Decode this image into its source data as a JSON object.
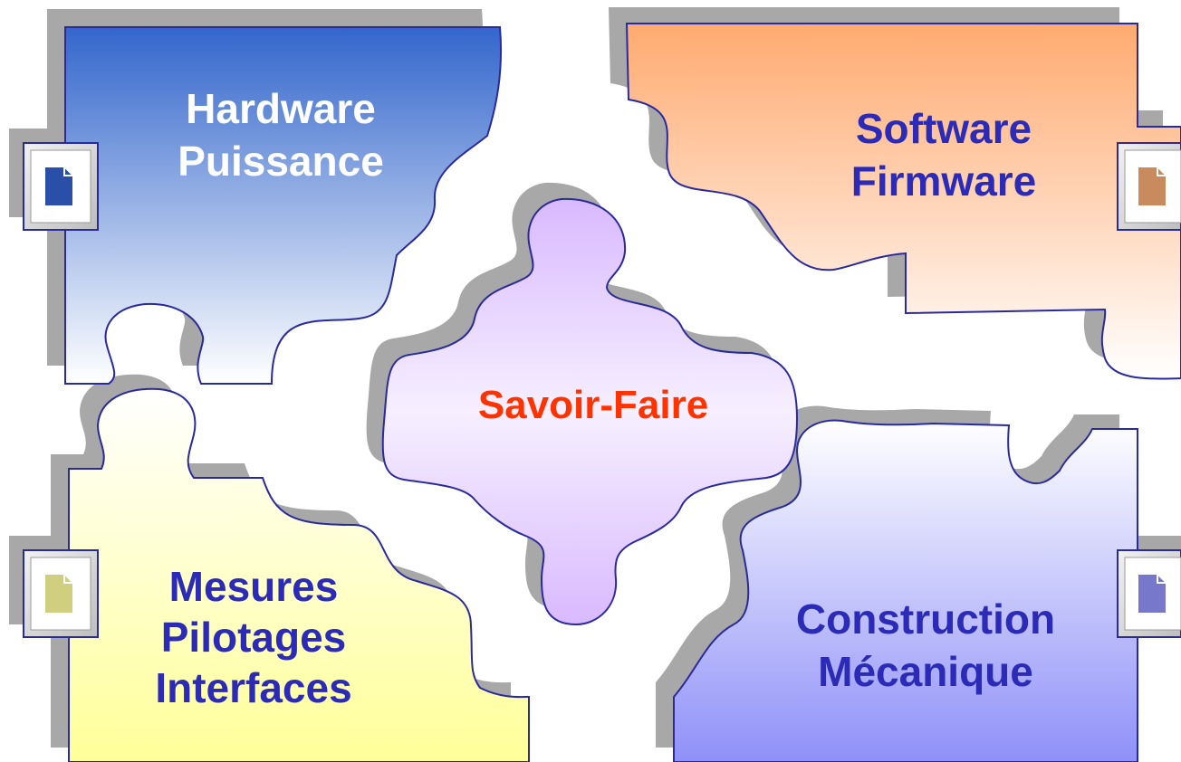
{
  "colors": {
    "outline": "#2a2aa0",
    "shadow": "#a8a8a8",
    "hardware_top": "#3366cc",
    "software_top": "#ffaa70",
    "mesures_bottom": "#ffff99",
    "construction_bottom": "#8f90f8",
    "center_fill": "#d9b9ff",
    "hardware_text": "#ffffff",
    "software_text": "#2b2bb8",
    "mesures_text": "#2b2bb8",
    "construction_text": "#2b2bb8",
    "center_text": "#ff3300"
  },
  "pieces": {
    "hardware": {
      "line1": "Hardware",
      "line2": "Puissance",
      "icon": "document-icon",
      "icon_color": "#2a4fa8"
    },
    "software": {
      "line1": "Software",
      "line2": "Firmware",
      "icon": "document-icon",
      "icon_color": "#c98a5e"
    },
    "mesures": {
      "line1": "Mesures",
      "line2": "Pilotages",
      "line3": "Interfaces",
      "icon": "document-icon",
      "icon_color": "#cfcf7f"
    },
    "construction": {
      "line1": "Construction",
      "line2": "Mécanique",
      "icon": "document-icon",
      "icon_color": "#7777cc"
    },
    "center": {
      "label": "Savoir-Faire"
    }
  }
}
